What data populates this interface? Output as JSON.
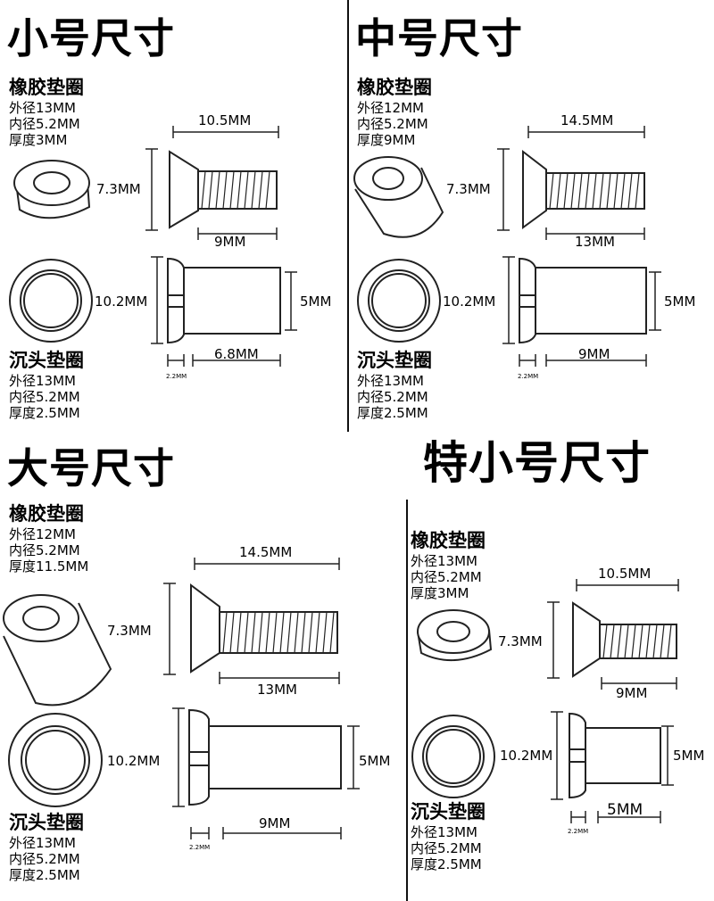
{
  "panels": [
    {
      "title": "小号尺寸",
      "rubber_washer": {
        "heading": "橡胶垫圈",
        "lines": [
          "外径13MM",
          "内径5.2MM",
          "厚度3MM"
        ]
      },
      "countersunk_washer": {
        "heading": "沉头垫圈",
        "lines": [
          "外径13MM",
          "内径5.2MM",
          "厚度2.5MM"
        ]
      },
      "dims": {
        "screw_total": "10.5MM",
        "head_height": "7.3MM",
        "thread": "9MM",
        "washer_od": "10.2MM",
        "shank_dia": "5MM",
        "shank_len": "6.8MM",
        "head_thick": "2.2MM"
      }
    },
    {
      "title": "中号尺寸",
      "rubber_washer": {
        "heading": "橡胶垫圈",
        "lines": [
          "外径12MM",
          "内径5.2MM",
          "厚度9MM"
        ]
      },
      "countersunk_washer": {
        "heading": "沉头垫圈",
        "lines": [
          "外径13MM",
          "内径5.2MM",
          "厚度2.5MM"
        ]
      },
      "dims": {
        "screw_total": "14.5MM",
        "head_height": "7.3MM",
        "thread": "13MM",
        "washer_od": "10.2MM",
        "shank_dia": "5MM",
        "shank_len": "9MM",
        "head_thick": "2.2MM"
      }
    },
    {
      "title": "大号尺寸",
      "rubber_washer": {
        "heading": "橡胶垫圈",
        "lines": [
          "外径12MM",
          "内径5.2MM",
          "厚度11.5MM"
        ]
      },
      "countersunk_washer": {
        "heading": "沉头垫圈",
        "lines": [
          "外径13MM",
          "内径5.2MM",
          "厚度2.5MM"
        ]
      },
      "dims": {
        "screw_total": "14.5MM",
        "head_height": "7.3MM",
        "thread": "13MM",
        "washer_od": "10.2MM",
        "shank_dia": "5MM",
        "shank_len": "9MM",
        "head_thick": "2.2MM"
      }
    },
    {
      "title": "特小号尺寸",
      "rubber_washer": {
        "heading": "橡胶垫圈",
        "lines": [
          "外径13MM",
          "内径5.2MM",
          "厚度3MM"
        ]
      },
      "countersunk_washer": {
        "heading": "沉头垫圈",
        "lines": [
          "外径13MM",
          "内径5.2MM",
          "厚度2.5MM"
        ]
      },
      "dims": {
        "screw_total": "10.5MM",
        "head_height": "7.3MM",
        "thread": "9MM",
        "washer_od": "10.2MM",
        "shank_dia": "5MM",
        "shank_len": "5MM",
        "head_thick": "2.2MM"
      }
    }
  ]
}
